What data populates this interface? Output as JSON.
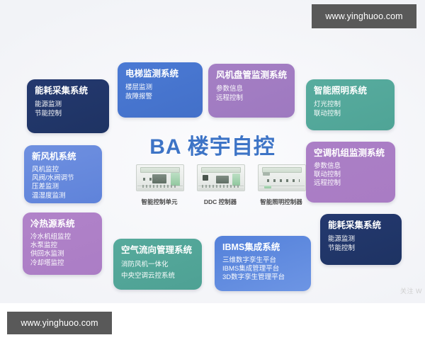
{
  "meta": {
    "center_title": "BA 楼宇自控"
  },
  "watermarks": {
    "top": "www.yinghuoo.com",
    "bottom": "www.yinghuoo.com",
    "faint": "关注 W"
  },
  "cards": [
    {
      "title": "能耗采集系统",
      "lines": [
        "能源监测",
        "节能控制"
      ],
      "color": "#24396f",
      "theme": "t-navy"
    },
    {
      "title": "电梯监测系统",
      "lines": [
        "楼层监测",
        "故障报警"
      ],
      "color": "#4b7ad4",
      "theme": "t-blue"
    },
    {
      "title": "风机盘管监测系统",
      "lines": [
        "参数信息",
        "远程控制"
      ],
      "color": "#a57fc4",
      "theme": "t-purple"
    },
    {
      "title": "智能照明系统",
      "lines": [
        "灯光控制",
        "联动控制"
      ],
      "color": "#58ac9f",
      "theme": "t-teal"
    },
    {
      "title": "新风机系统",
      "lines": [
        "风机监控",
        "风阀/水阀调节",
        "压差监测",
        "温湿度监测"
      ],
      "color": "#6f90e0",
      "theme": "t-blue2"
    },
    {
      "title": "空调机组监测系统",
      "lines": [
        "参数信息",
        "联动控制",
        "远程控制"
      ],
      "color": "#ab7fc6",
      "theme": "t-purple2"
    },
    {
      "title": "冷热源系统",
      "lines": [
        "冷水机组监控",
        "水泵监控",
        "供回水监测",
        "冷却塔监控"
      ],
      "color": "#b183c9",
      "theme": "t-purple3"
    },
    {
      "title": "空气流向管理系统",
      "lines": [
        "消防风机一体化",
        "中央空调云控系统"
      ],
      "color": "#56aa9c",
      "theme": "t-teal2"
    },
    {
      "title": "IBMS集成系统",
      "lines": [
        "三维数字孪生平台",
        "IBMS集成管理平台",
        "3D数字孪生管理平台"
      ],
      "color": "#5481da",
      "theme": "t-blue3"
    },
    {
      "title": "能耗采集系统",
      "lines": [
        "能源监测",
        "节能控制"
      ],
      "color": "#24396f",
      "theme": "t-navy"
    }
  ],
  "devices": [
    {
      "caption": "智能控制单元",
      "icon": "controller-unit-icon"
    },
    {
      "caption": "DDC 控制器",
      "icon": "ddc-controller-icon"
    },
    {
      "caption": "智能照明控制器",
      "icon": "lighting-controller-icon"
    }
  ]
}
